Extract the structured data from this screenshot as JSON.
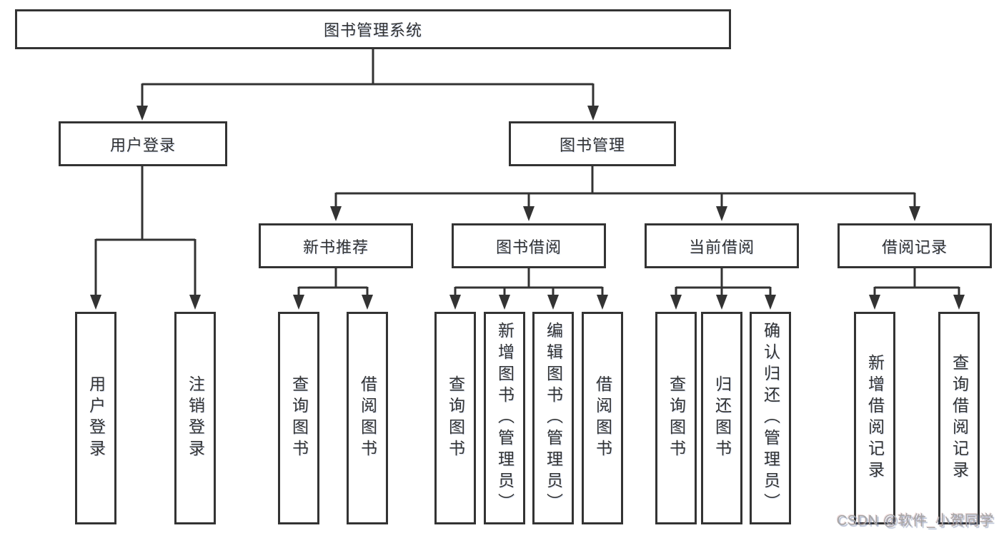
{
  "diagram_title": "图书管理系统",
  "tree": {
    "label": "图书管理系统",
    "children": [
      {
        "label": "用户登录",
        "children": [
          {
            "label": "用户登录"
          },
          {
            "label": "注销登录"
          }
        ]
      },
      {
        "label": "图书管理",
        "children": [
          {
            "label": "新书推荐",
            "children": [
              {
                "label": "查询图书"
              },
              {
                "label": "借阅图书"
              }
            ]
          },
          {
            "label": "图书借阅",
            "children": [
              {
                "label": "查询图书"
              },
              {
                "label": "新增图书（管理员）"
              },
              {
                "label": "编辑图书（管理员）"
              },
              {
                "label": "借阅图书"
              }
            ]
          },
          {
            "label": "当前借阅",
            "children": [
              {
                "label": "查询图书"
              },
              {
                "label": "归还图书"
              },
              {
                "label": "确认归还（管理员）"
              }
            ]
          },
          {
            "label": "借阅记录",
            "children": [
              {
                "label": "新增借阅记录"
              },
              {
                "label": "查询借阅记录"
              }
            ]
          }
        ]
      }
    ]
  },
  "watermark": {
    "text": "CSDN @软件_小贺同学"
  },
  "colors": {
    "line": "#333333",
    "text": "#333333",
    "watermark": "#a6a6a6",
    "background": "#ffffff"
  }
}
